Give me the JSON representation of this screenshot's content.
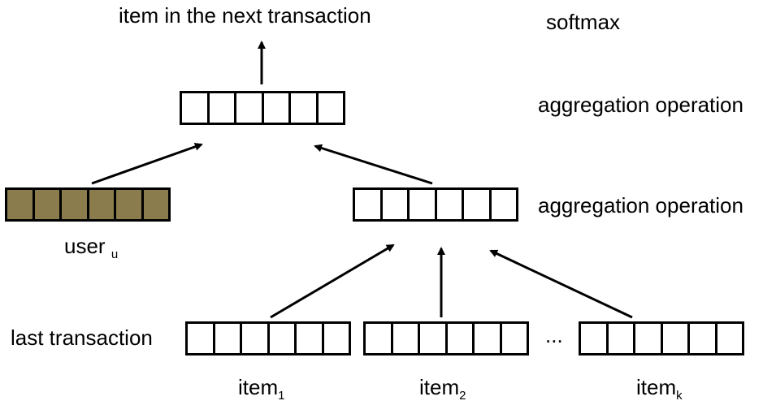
{
  "labels": {
    "next_item": "item in the next transaction",
    "softmax": "softmax",
    "aggregation_top": "aggregation operation",
    "aggregation_mid": "aggregation operation",
    "user_main": "user",
    "user_sub": "u",
    "last_transaction": "last transaction",
    "ellipsis": "...",
    "item1_main": "item",
    "item1_sub": "1",
    "item2_main": "item",
    "item2_sub": "2",
    "itemk_main": "item",
    "itemk_sub": "k"
  },
  "colors": {
    "user_vector_fill": "#8a7c4c",
    "stroke": "#000000",
    "background": "#ffffff"
  }
}
